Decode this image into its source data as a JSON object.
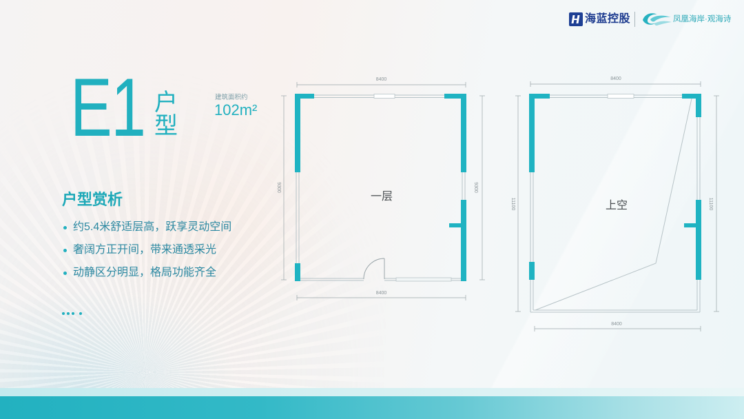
{
  "header": {
    "brand_icon": "h-monogram-logo-icon",
    "brand_name": "海蓝控股",
    "project_icon": "wave-swirl-logo-icon",
    "project_name": "凤凰海岸·观海诗"
  },
  "unit": {
    "code": "E1",
    "type_chars": [
      "户",
      "型"
    ],
    "area_label": "建筑面积约",
    "area_value": "102m²"
  },
  "analysis": {
    "title": "户型赏析",
    "bullet_icon": "dot-icon",
    "points": [
      "约5.4米舒适层高，跃享灵动空间",
      "奢阔方正开间，带来通透采光",
      "动静区分明显，格局功能齐全"
    ]
  },
  "floor_plans": [
    {
      "room_label": "一层",
      "dim_top": "8400",
      "dim_bottom": "8400",
      "dim_left": "9300",
      "dim_right": "9300"
    },
    {
      "room_label": "上空",
      "dim_top": "8400",
      "dim_bottom": "8400",
      "dim_left": "11100",
      "dim_right": "11100"
    }
  ],
  "colors": {
    "accent": "#21b0bf",
    "wall": "#1fb3c2",
    "brand": "#1d3b8f",
    "body_text": "#2b88a1",
    "plan_line": "#b7c3c7"
  }
}
